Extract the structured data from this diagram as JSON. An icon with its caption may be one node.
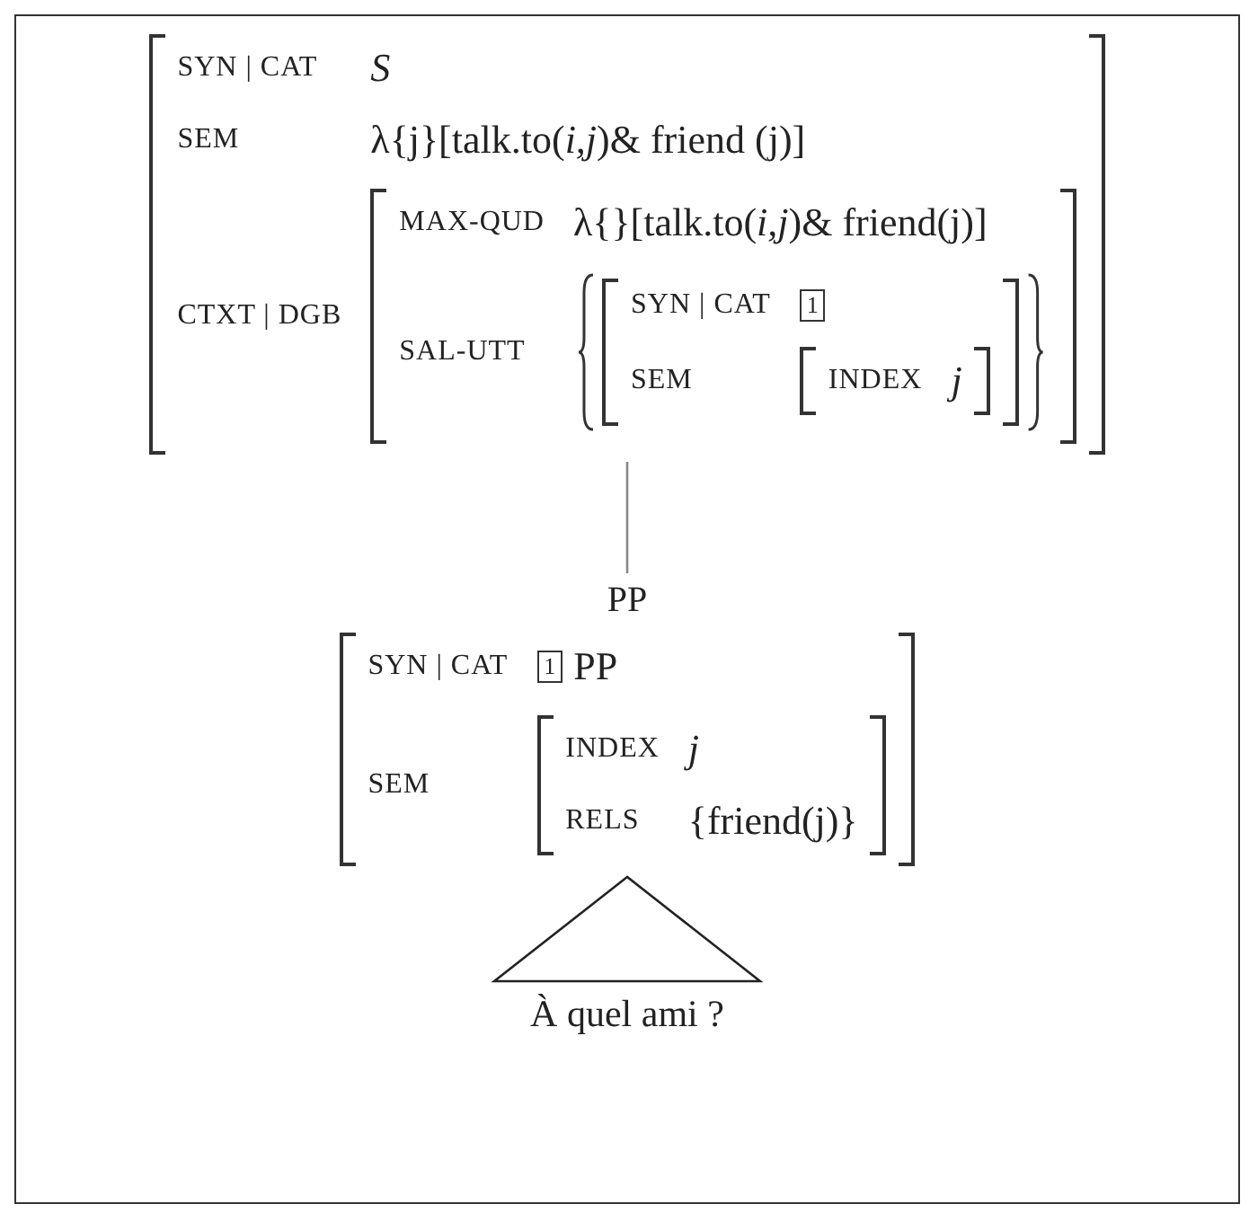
{
  "diagram": {
    "nodes": [
      {
        "text": [
          "SYN | CAT",
          "S",
          "SEM",
          "λ{j}[talk.to(*i,j*)& friend (j)]",
          "CTXT | DGB"
        ]
      },
      {
        "text": [
          "MAX-QUD",
          "λ{}[talk.to(*i,j*)& friend(j)]",
          "SAL-UTT"
        ],
        "in": 0
      },
      {
        "text": [
          "SYN | CAT",
          "SEM"
        ],
        "in": 1
      },
      {
        "text": [
          "1"
        ],
        "in": 2
      },
      {
        "text": [
          "INDEX",
          "j"
        ],
        "in": 2
      },
      {
        "text": [
          "PP",
          "SYN | CAT",
          "PP",
          "SEM"
        ]
      },
      {
        "text": [
          "1"
        ],
        "in": 5
      },
      {
        "text": [
          "INDEX",
          "j",
          "RELS",
          "{friend(j)}"
        ],
        "in": 5
      },
      {
        "text": [
          "À quel ami ?"
        ]
      }
    ],
    "edges": [
      {
        "from": 0,
        "to": 5,
        "arrow": "none"
      },
      {
        "from": 5,
        "to": 8,
        "arrow": "none"
      }
    ]
  }
}
